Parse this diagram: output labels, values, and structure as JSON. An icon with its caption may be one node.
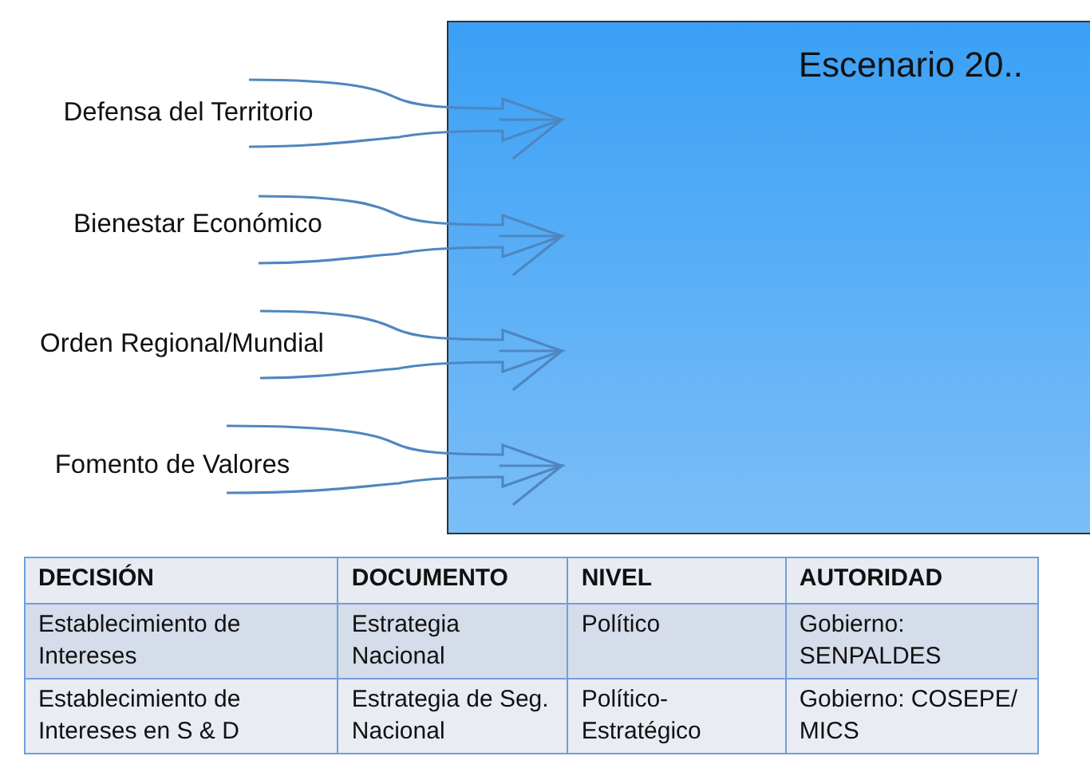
{
  "diagram": {
    "nodes": [
      {
        "text": [
          "Escenario 20.."
        ]
      },
      {
        "text": [
          "Defensa del Territorio"
        ]
      },
      {
        "text": [
          "Bienestar Económico"
        ]
      },
      {
        "text": [
          "Orden Regional/Mundial"
        ]
      },
      {
        "text": [
          "Fomento de Valores"
        ]
      }
    ],
    "edges": [
      {
        "from": 1,
        "to": 0,
        "arrow": "to"
      },
      {
        "from": 2,
        "to": 0,
        "arrow": "to"
      },
      {
        "from": 3,
        "to": 0,
        "arrow": "to"
      },
      {
        "from": 4,
        "to": 0,
        "arrow": "to"
      }
    ],
    "labels": [
      "DECISIÓN",
      "DOCUMENTO",
      "NIVEL",
      "AUTORIDAD",
      "Establecimiento de Intereses",
      "Estrategia Nacional",
      "Político",
      "Gobierno: SENPALDES",
      "Establecimiento de Intereses en S & D",
      "Estrategia de Seg. Nacional",
      "Político-Estratégico",
      "Gobierno: COSEPE/ MICS"
    ]
  }
}
